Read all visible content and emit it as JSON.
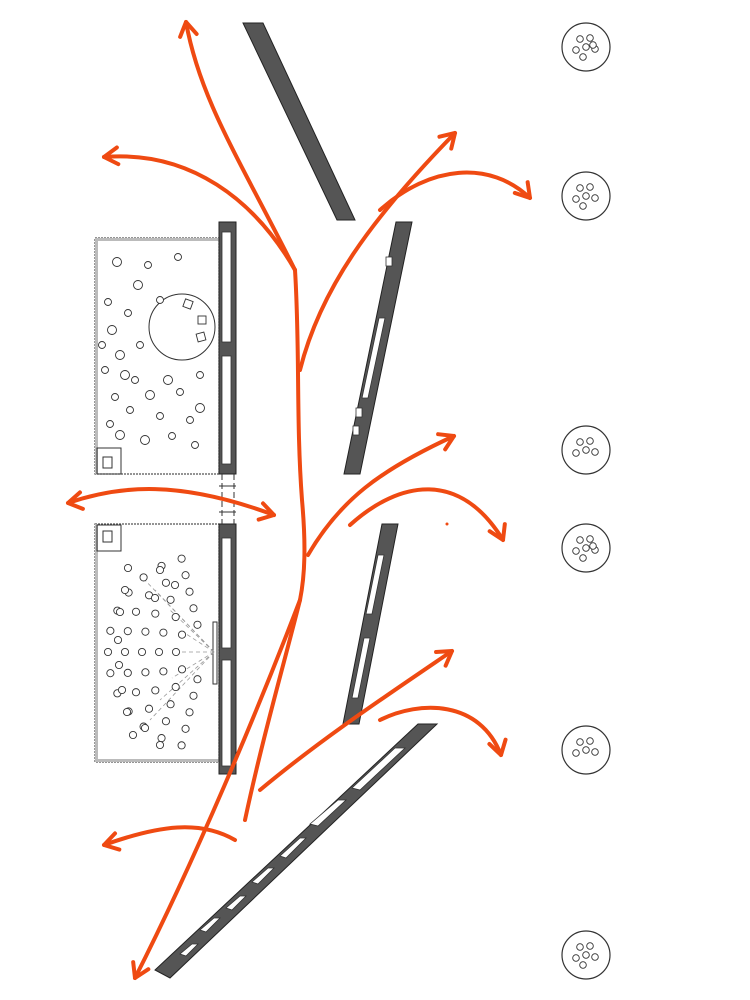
{
  "diagram": {
    "kind": "architectural site plan with circulation arrows",
    "colors": {
      "flow_arrow": "#ef4a12",
      "wall": "#555555",
      "line": "#333333",
      "background": "#ffffff"
    },
    "elements": {
      "rooms": [
        "open-seating-room",
        "auditorium-room"
      ],
      "walls": [
        "wall-top-diagonal",
        "wall-mid-1",
        "wall-mid-2",
        "wall-long-diagonal"
      ],
      "tree_count": 6
    }
  }
}
